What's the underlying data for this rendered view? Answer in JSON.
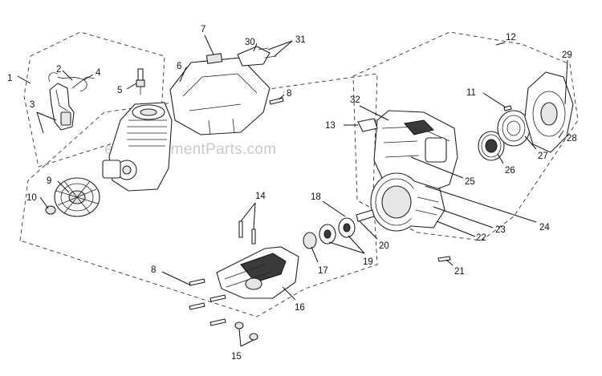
{
  "watermark": "eReplacementParts.com",
  "callouts": [
    {
      "id": "c1",
      "text": "1"
    },
    {
      "id": "c2",
      "text": "2"
    },
    {
      "id": "c3",
      "text": "3"
    },
    {
      "id": "c4",
      "text": "4"
    },
    {
      "id": "c5",
      "text": "5"
    },
    {
      "id": "c6",
      "text": "6"
    },
    {
      "id": "c7",
      "text": "7"
    },
    {
      "id": "c8a",
      "text": "8"
    },
    {
      "id": "c8b",
      "text": "8"
    },
    {
      "id": "c9",
      "text": "9"
    },
    {
      "id": "c10",
      "text": "10"
    },
    {
      "id": "c11",
      "text": "11"
    },
    {
      "id": "c12",
      "text": "12"
    },
    {
      "id": "c13",
      "text": "13"
    },
    {
      "id": "c14",
      "text": "14"
    },
    {
      "id": "c15",
      "text": "15"
    },
    {
      "id": "c16",
      "text": "16"
    },
    {
      "id": "c17",
      "text": "17"
    },
    {
      "id": "c18",
      "text": "18"
    },
    {
      "id": "c19",
      "text": "19"
    },
    {
      "id": "c20",
      "text": "20"
    },
    {
      "id": "c21",
      "text": "21"
    },
    {
      "id": "c22",
      "text": "22"
    },
    {
      "id": "c23",
      "text": "23"
    },
    {
      "id": "c24",
      "text": "24"
    },
    {
      "id": "c25",
      "text": "25"
    },
    {
      "id": "c26",
      "text": "26"
    },
    {
      "id": "c27",
      "text": "27"
    },
    {
      "id": "c28",
      "text": "28"
    },
    {
      "id": "c29",
      "text": "29"
    },
    {
      "id": "c30",
      "text": "30"
    },
    {
      "id": "c31",
      "text": "31"
    },
    {
      "id": "c32",
      "text": "32"
    }
  ]
}
